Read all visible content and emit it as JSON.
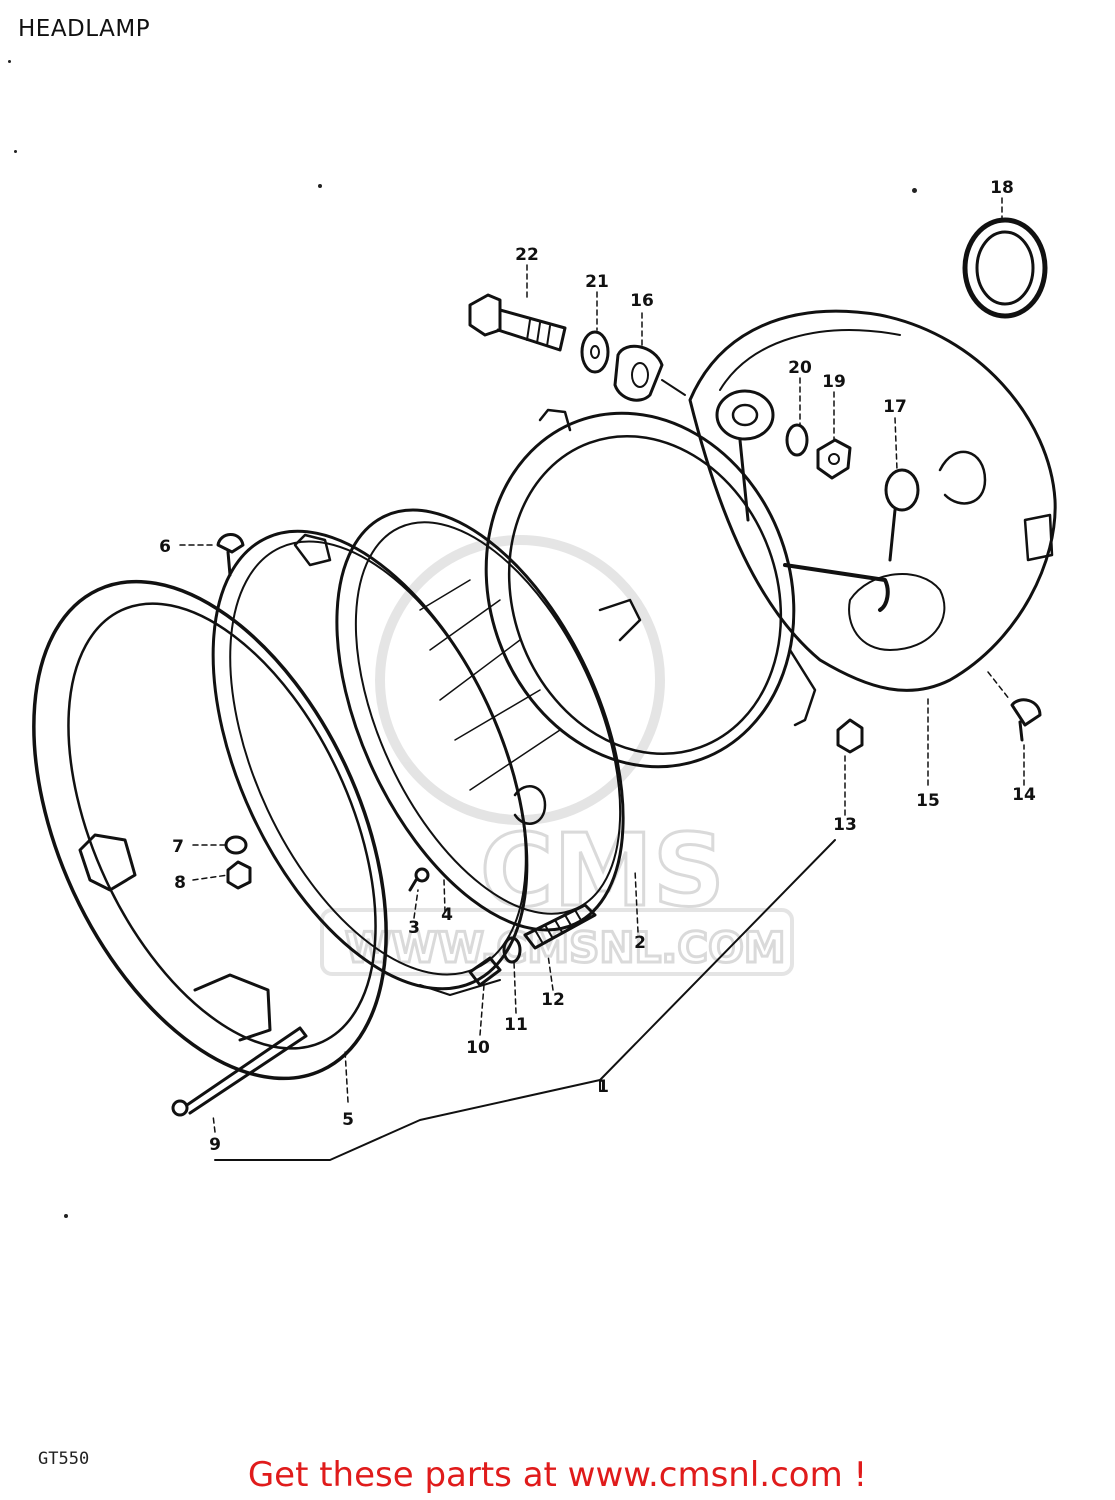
{
  "title": "HEADLAMP",
  "model": "GT550",
  "watermark": {
    "brand": "CMS",
    "url_text": "WWW.CMSNL.COM"
  },
  "footer": {
    "text": "Get these parts at www.cmsnl.com !",
    "color": "#e01b1b"
  },
  "parts": [
    {
      "id": "p1",
      "label": "1"
    },
    {
      "id": "p2",
      "label": "2"
    },
    {
      "id": "p3",
      "label": "3"
    },
    {
      "id": "p4",
      "label": "4"
    },
    {
      "id": "p5",
      "label": "5"
    },
    {
      "id": "p6",
      "label": "6"
    },
    {
      "id": "p7",
      "label": "7"
    },
    {
      "id": "p8",
      "label": "8"
    },
    {
      "id": "p9",
      "label": "9"
    },
    {
      "id": "p10",
      "label": "10"
    },
    {
      "id": "p11",
      "label": "11"
    },
    {
      "id": "p12",
      "label": "12"
    },
    {
      "id": "p13",
      "label": "13"
    },
    {
      "id": "p14",
      "label": "14"
    },
    {
      "id": "p15",
      "label": "15"
    },
    {
      "id": "p16",
      "label": "16"
    },
    {
      "id": "p17",
      "label": "17"
    },
    {
      "id": "p18",
      "label": "18"
    },
    {
      "id": "p19",
      "label": "19"
    },
    {
      "id": "p20",
      "label": "20"
    },
    {
      "id": "p21",
      "label": "21"
    },
    {
      "id": "p22",
      "label": "22"
    }
  ]
}
